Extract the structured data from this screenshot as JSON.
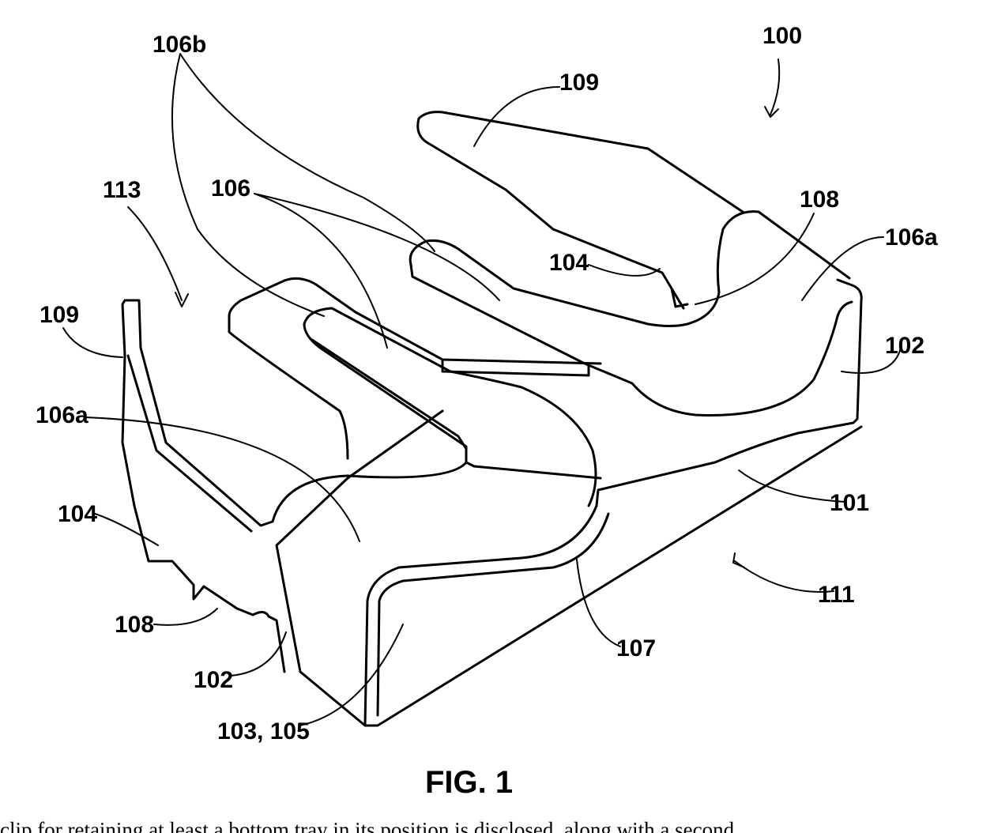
{
  "figure": {
    "caption": "FIG. 1",
    "labels": {
      "l100": "100",
      "l109_top": "109",
      "l106b": "106b",
      "l113": "113",
      "l106": "106",
      "l108_right": "108",
      "l106a_right": "106a",
      "l104_right": "104",
      "l109_left": "109",
      "l102_right": "102",
      "l106a_left": "106a",
      "l101": "101",
      "l104_left": "104",
      "l111": "111",
      "l108_left": "108",
      "l107": "107",
      "l102_left": "102",
      "l103_105": "103, 105"
    }
  },
  "trailing_text": "clip for retaining at least a bottom tray in its position is disclosed, along with a second"
}
